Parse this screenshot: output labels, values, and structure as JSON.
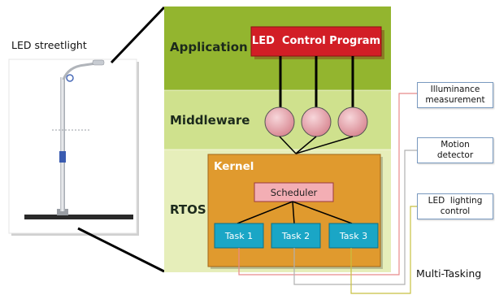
{
  "streetlight": {
    "label": "LED streetlight"
  },
  "layers": [
    {
      "key": "application",
      "label": "Application",
      "color": "#93b52f"
    },
    {
      "key": "middleware",
      "label": "Middleware",
      "color": "#cfe18d"
    },
    {
      "key": "rtos",
      "label": "RTOS",
      "color": "#e6eeba"
    }
  ],
  "app_box": {
    "label": "LED  Control Program",
    "color": "#d21e26"
  },
  "kernel": {
    "label": "Kernel",
    "color": "#e09a2e"
  },
  "scheduler": {
    "label": "Scheduler",
    "color": "#f3aeb4"
  },
  "tasks": [
    {
      "label": "Task 1"
    },
    {
      "label": "Task 2"
    },
    {
      "label": "Task 3"
    }
  ],
  "task_color": "#1aa6c6",
  "side_boxes": [
    {
      "label_line1": "Illuminance",
      "label_line2": "measurement",
      "line_color": "#e88a8a"
    },
    {
      "label_line1": "Motion",
      "label_line2": "detector",
      "line_color": "#b0b0b0"
    },
    {
      "label_line1": "LED  lighting",
      "label_line2": "control",
      "line_color": "#c8c040"
    }
  ],
  "footer": {
    "label": "Multi-Tasking"
  }
}
